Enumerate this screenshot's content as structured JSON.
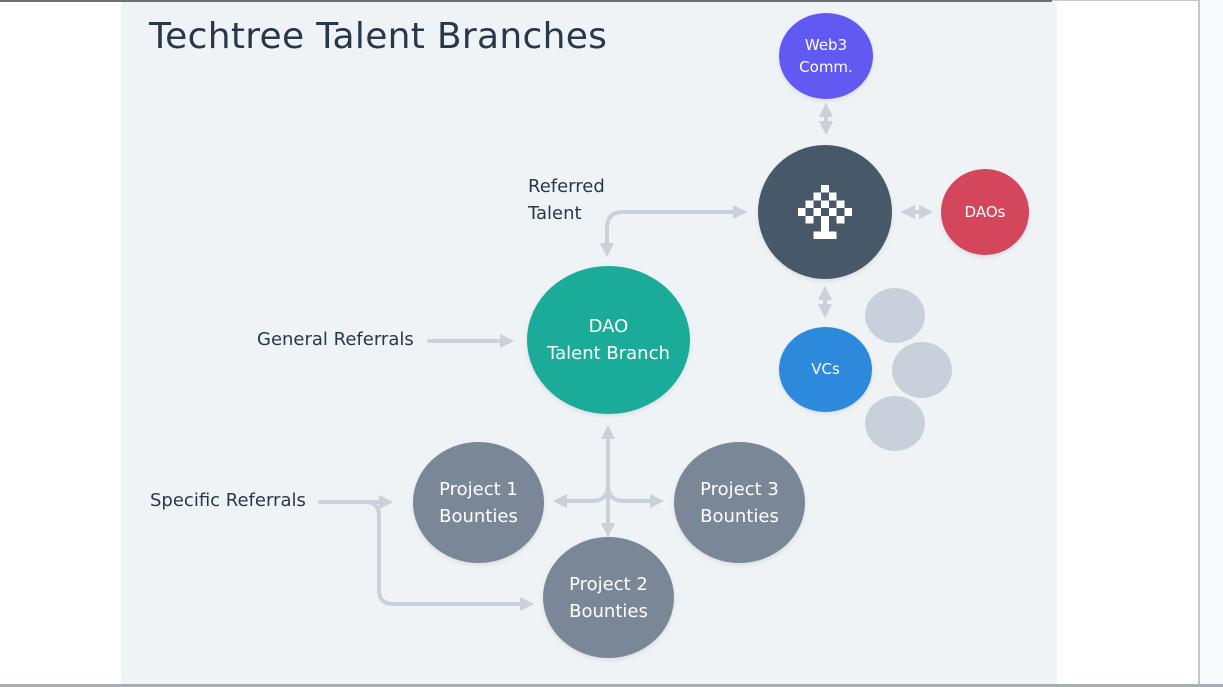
{
  "title": "Techtree Talent Branches",
  "labels": {
    "referred_talent": [
      "Referred",
      "Talent"
    ],
    "general_referrals": "General Referrals",
    "specific_referrals": "Specific Referrals"
  },
  "nodes": {
    "web3": {
      "lines": [
        "Web3",
        "Comm."
      ],
      "color": "#6259f2"
    },
    "techtree": {
      "icon": "pixel-tree-icon",
      "color": "#475969"
    },
    "daos": {
      "lines": [
        "DAOs"
      ],
      "color": "#d3465b"
    },
    "vcs": {
      "lines": [
        "VCs"
      ],
      "color": "#2d89dc"
    },
    "placeholders": {
      "count": 3,
      "color": "#c8d1db"
    },
    "dao_branch": {
      "lines": [
        "DAO",
        "Talent Branch"
      ],
      "color": "#1aab99"
    },
    "project1": {
      "lines": [
        "Project 1",
        "Bounties"
      ],
      "color": "#7a8796"
    },
    "project2": {
      "lines": [
        "Project 2",
        "Bounties"
      ],
      "color": "#7a8796"
    },
    "project3": {
      "lines": [
        "Project 3",
        "Bounties"
      ],
      "color": "#7a8796"
    }
  },
  "colors": {
    "background": "#eff3f6",
    "connector": "#c9d2db",
    "text": "#27384a"
  }
}
